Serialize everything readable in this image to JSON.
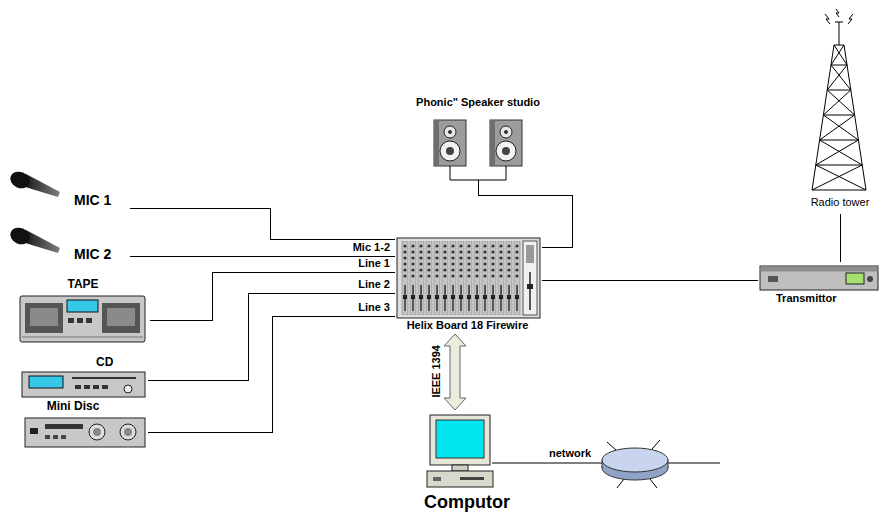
{
  "diagram": {
    "nodes": [
      {
        "text": [
          "Phonic\" Speaker studio"
        ]
      },
      {
        "text": [
          "Radio tower"
        ]
      },
      {
        "text": [
          "MIC 1"
        ]
      },
      {
        "text": [
          "MIC 2"
        ]
      },
      {
        "text": [
          "TAPE"
        ]
      },
      {
        "text": [
          "Helix Board 18 Firewire"
        ]
      },
      {
        "text": [
          "Transmittor"
        ]
      },
      {
        "text": [
          "CD"
        ]
      },
      {
        "text": [
          "Mini Disc"
        ]
      },
      {
        "text": [
          "Computor"
        ]
      }
    ],
    "edges": [
      {
        "from": 2,
        "to": 5,
        "arrow": "none"
      },
      {
        "from": 3,
        "to": 5,
        "label": "Mic 1-2",
        "arrow": "none"
      },
      {
        "from": 4,
        "to": 5,
        "label": "Line 1",
        "arrow": "none"
      },
      {
        "from": 7,
        "to": 5,
        "label": "Line 2",
        "arrow": "none"
      },
      {
        "from": 8,
        "to": 5,
        "label": "Line 3",
        "arrow": "none"
      },
      {
        "from": 0,
        "to": 5,
        "arrow": "none"
      },
      {
        "from": 5,
        "to": 6,
        "arrow": "none"
      },
      {
        "from": 6,
        "to": 1,
        "arrow": "none"
      },
      {
        "from": 5,
        "to": 9,
        "label": "IEEE 1394",
        "arrow": "both"
      }
    ],
    "labels": [
      "network"
    ]
  }
}
